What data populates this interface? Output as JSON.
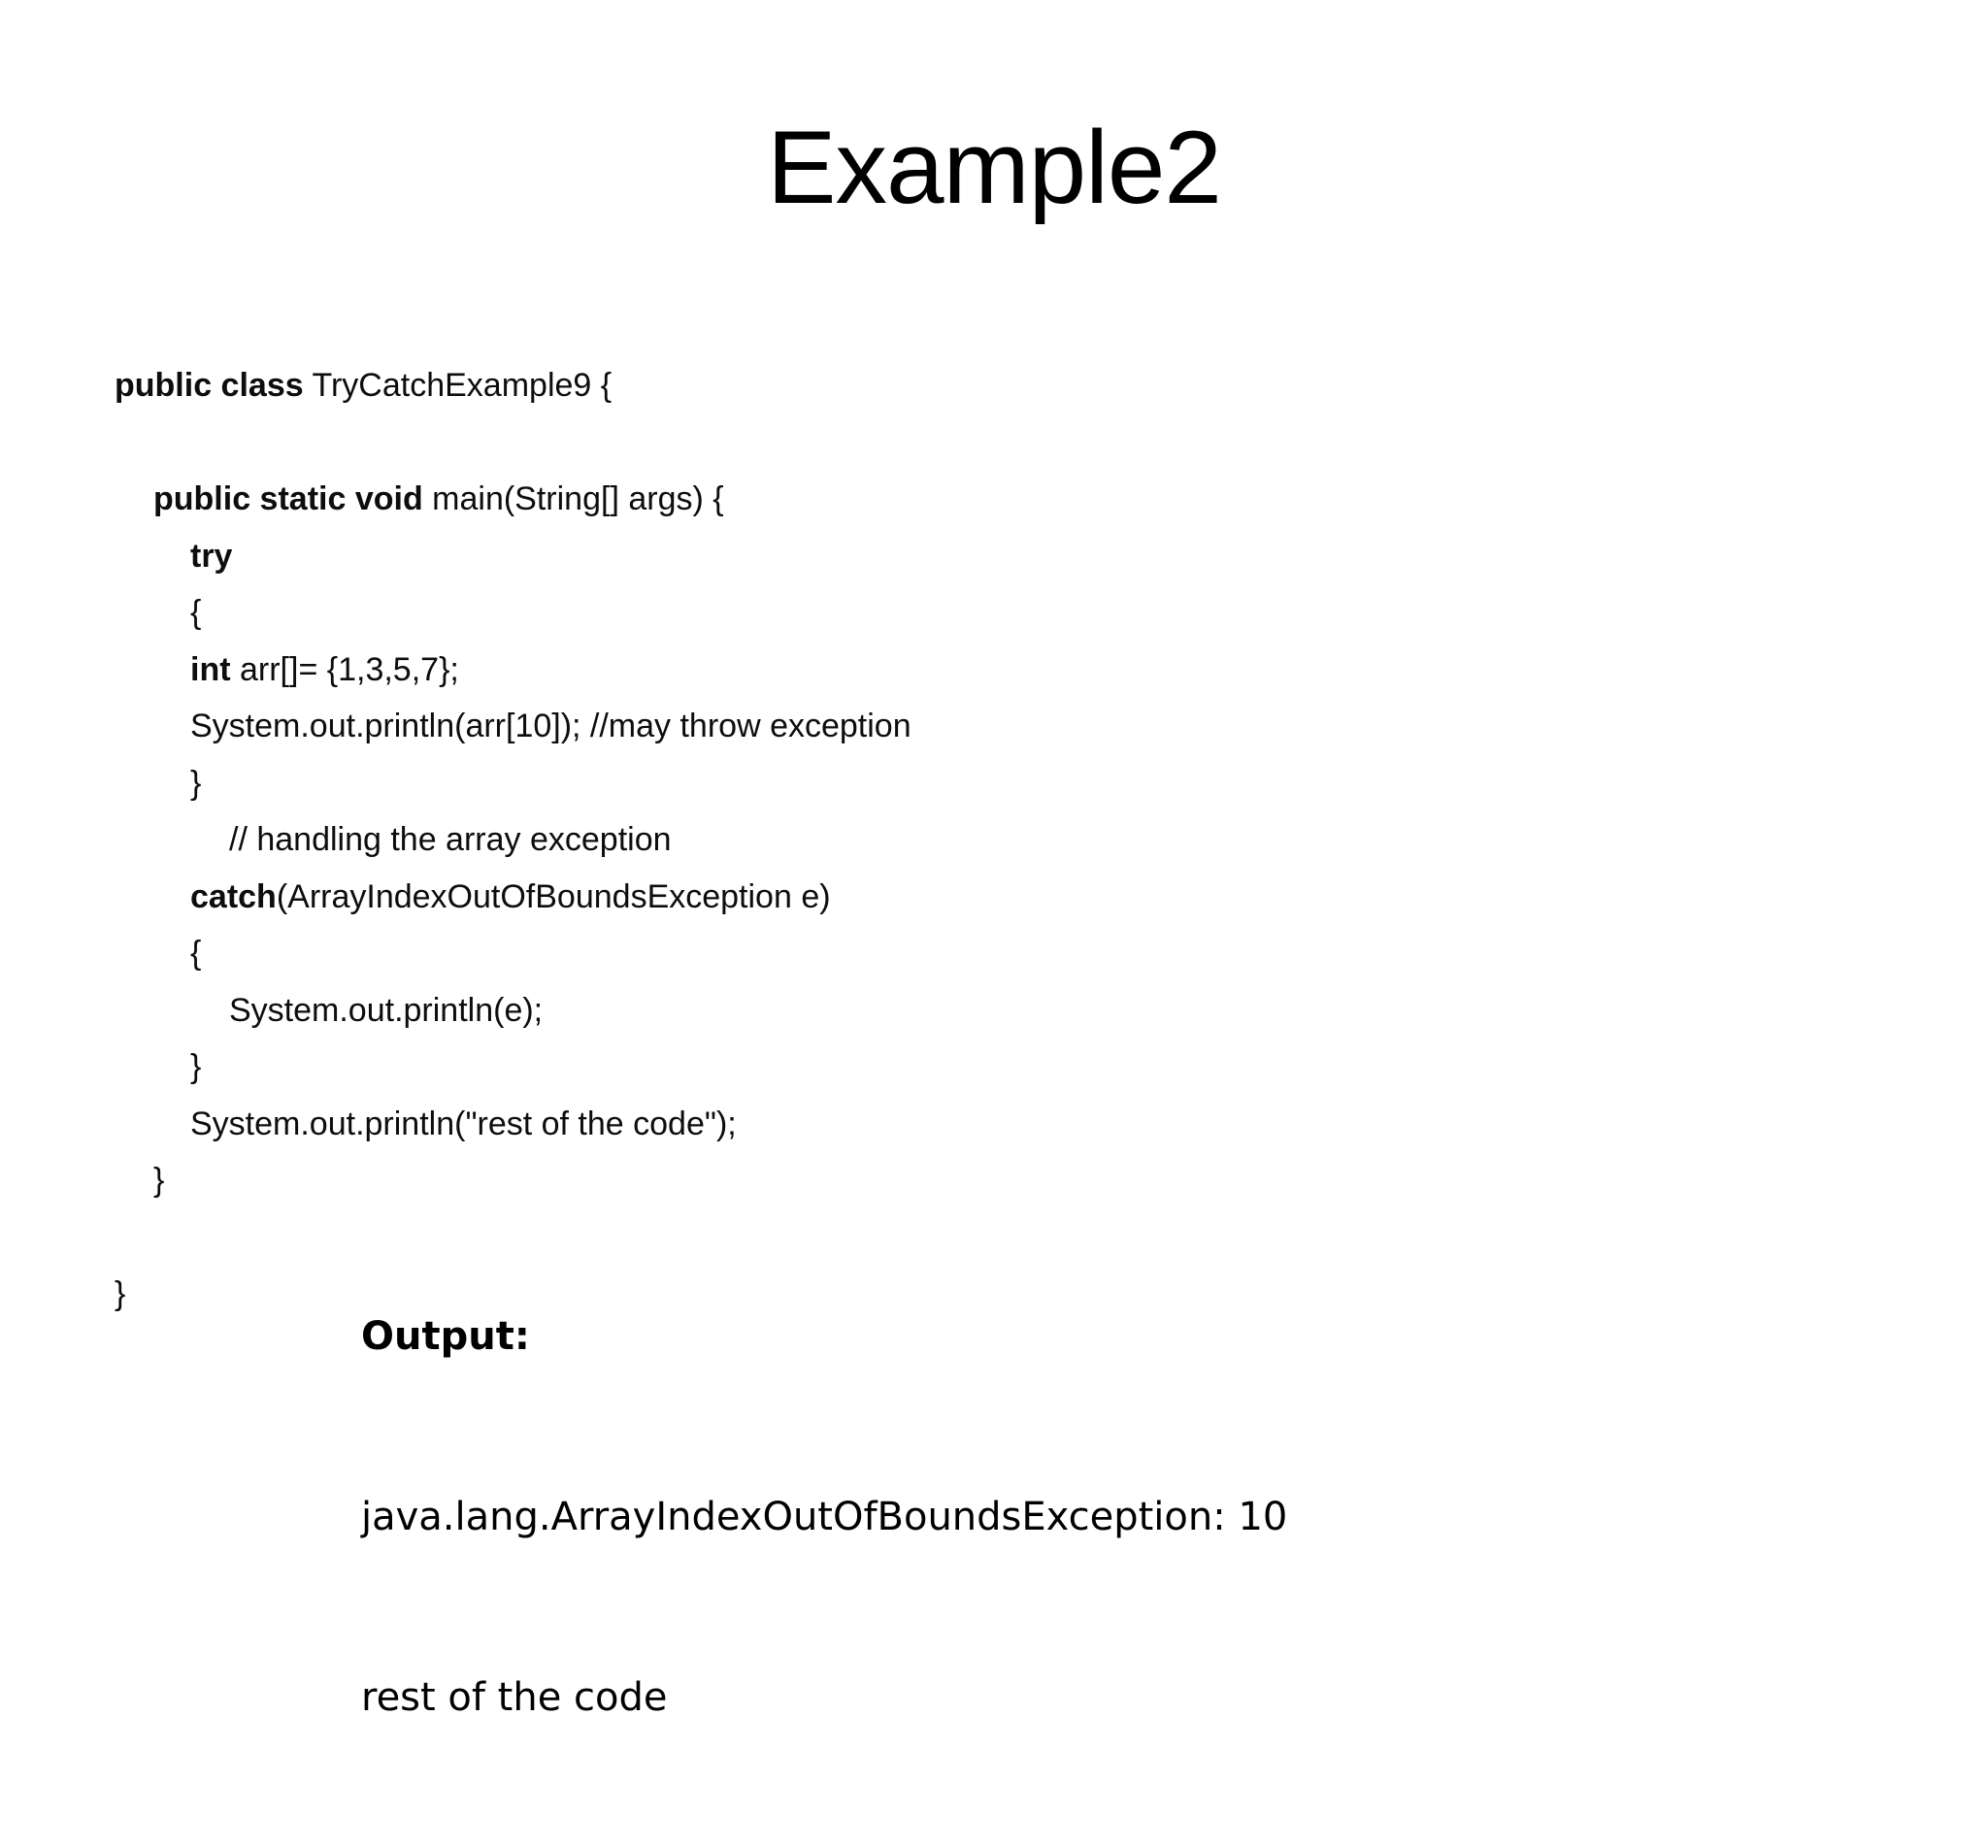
{
  "slide": {
    "title": "Example2",
    "background_color": "#ffffff",
    "text_color": "#000000"
  },
  "code": {
    "lines": [
      {
        "keyword": "public class",
        "rest": " TryCatchExample9 {",
        "indent": 0
      },
      {
        "keyword": "",
        "rest": "",
        "indent": 0
      },
      {
        "keyword": "public static void",
        "rest": " main(String[] args) {",
        "indent": 1
      },
      {
        "keyword": "try",
        "rest": "",
        "indent": 2
      },
      {
        "keyword": "",
        "rest": "{",
        "indent": 2
      },
      {
        "keyword": "int",
        "rest": " arr[]= {1,3,5,7};",
        "indent": 2
      },
      {
        "keyword": "",
        "rest": "System.out.println(arr[10]); //may throw exception",
        "indent": 2
      },
      {
        "keyword": "",
        "rest": "}",
        "indent": 2
      },
      {
        "keyword": "",
        "rest": "// handling the array exception",
        "indent": 3
      },
      {
        "keyword": "catch",
        "rest": "(ArrayIndexOutOfBoundsException e)",
        "indent": 2
      },
      {
        "keyword": "",
        "rest": "{",
        "indent": 2
      },
      {
        "keyword": "",
        "rest": "System.out.println(e);",
        "indent": 3
      },
      {
        "keyword": "",
        "rest": "}",
        "indent": 2
      },
      {
        "keyword": "",
        "rest": "System.out.println(\"rest of the code\");",
        "indent": 2
      },
      {
        "keyword": "",
        "rest": "}",
        "indent": 1
      },
      {
        "keyword": "",
        "rest": "",
        "indent": 0
      },
      {
        "keyword": "",
        "rest": "}",
        "indent": 0
      }
    ]
  },
  "output": {
    "heading": "Output:",
    "lines": [
      "java.lang.ArrayIndexOutOfBoundsException: 10",
      "rest of the code"
    ]
  }
}
